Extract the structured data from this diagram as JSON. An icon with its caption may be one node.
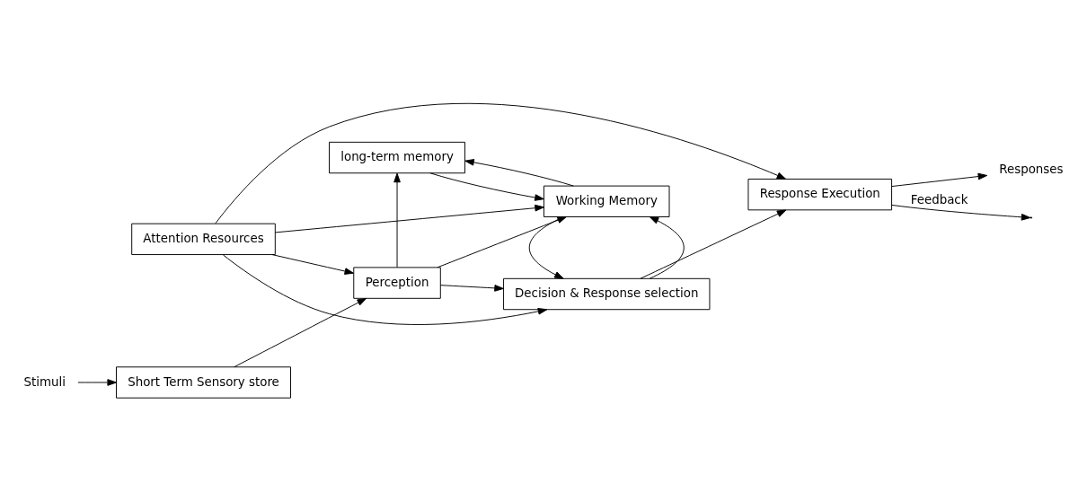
{
  "diagram": {
    "nodes": [
      {
        "text": [
          "Attention Resources"
        ]
      },
      {
        "text": [
          "Stimuli"
        ]
      },
      {
        "text": [
          "Short Term Sensory store"
        ]
      },
      {
        "text": [
          "Perception"
        ]
      },
      {
        "text": [
          "Decision & Response selection"
        ]
      },
      {
        "text": [
          "Response Execution"
        ]
      },
      {
        "text": [
          "Responses"
        ]
      },
      {
        "text": [
          "Working Memory"
        ]
      },
      {
        "text": [
          "long-term memory"
        ]
      }
    ],
    "edges": [
      {
        "from": 1,
        "to": 2,
        "arrow": "to"
      },
      {
        "from": 2,
        "to": 3,
        "arrow": "to"
      },
      {
        "from": 3,
        "to": 4,
        "arrow": "to"
      },
      {
        "from": 4,
        "to": 5,
        "arrow": "to"
      },
      {
        "from": 5,
        "to": 6,
        "arrow": "to"
      },
      {
        "from": 0,
        "to": 3,
        "arrow": "to"
      },
      {
        "from": 0,
        "to": 4,
        "arrow": "to"
      },
      {
        "from": 0,
        "to": 5,
        "arrow": "to"
      },
      {
        "from": 0,
        "to": 7,
        "arrow": "to"
      },
      {
        "from": 3,
        "to": 8,
        "arrow": "to"
      },
      {
        "from": 3,
        "to": 7,
        "arrow": "to"
      },
      {
        "from": 4,
        "to": 7,
        "arrow": "to"
      },
      {
        "from": 7,
        "to": 4,
        "arrow": "to"
      },
      {
        "from": 7,
        "to": 8,
        "arrow": "to"
      },
      {
        "from": 8,
        "to": 7,
        "arrow": "to"
      },
      {
        "from": 5,
        "to": null,
        "arrow": "to",
        "label": "Feedback"
      }
    ]
  }
}
